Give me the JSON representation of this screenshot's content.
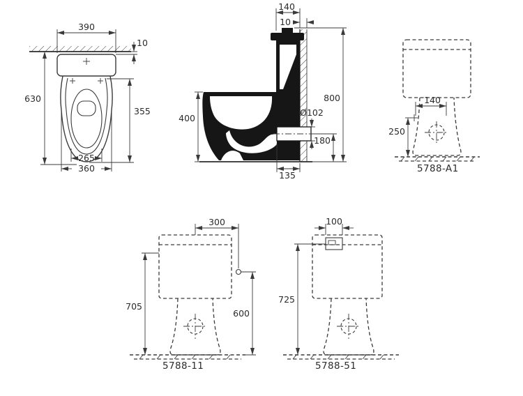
{
  "line_color": "#3a3a3a",
  "views": {
    "top": {
      "dim_width_top": "390",
      "dim_wall_offset": "10",
      "dim_depth": "630",
      "dim_seat_depth": "355",
      "dim_inner_width": "265",
      "dim_width": "360"
    },
    "side": {
      "dim_tank_depth": "140",
      "dim_wall_thickness": "10",
      "dim_total_height": "800",
      "dim_rim_height": "400",
      "dim_outlet_diameter": "Ø102",
      "dim_outlet_height": "180",
      "dim_outlet_offset": "135"
    },
    "rear_a1": {
      "dim_supply_offset": "140",
      "dim_supply_height": "250",
      "model": "5788-A1"
    },
    "rear_11": {
      "dim_supply_offset": "300",
      "dim_height": "705",
      "dim_supply_height": "600",
      "model": "5788-11"
    },
    "rear_51": {
      "dim_supply_offset": "100",
      "dim_height": "725",
      "model": "5788-51"
    }
  }
}
